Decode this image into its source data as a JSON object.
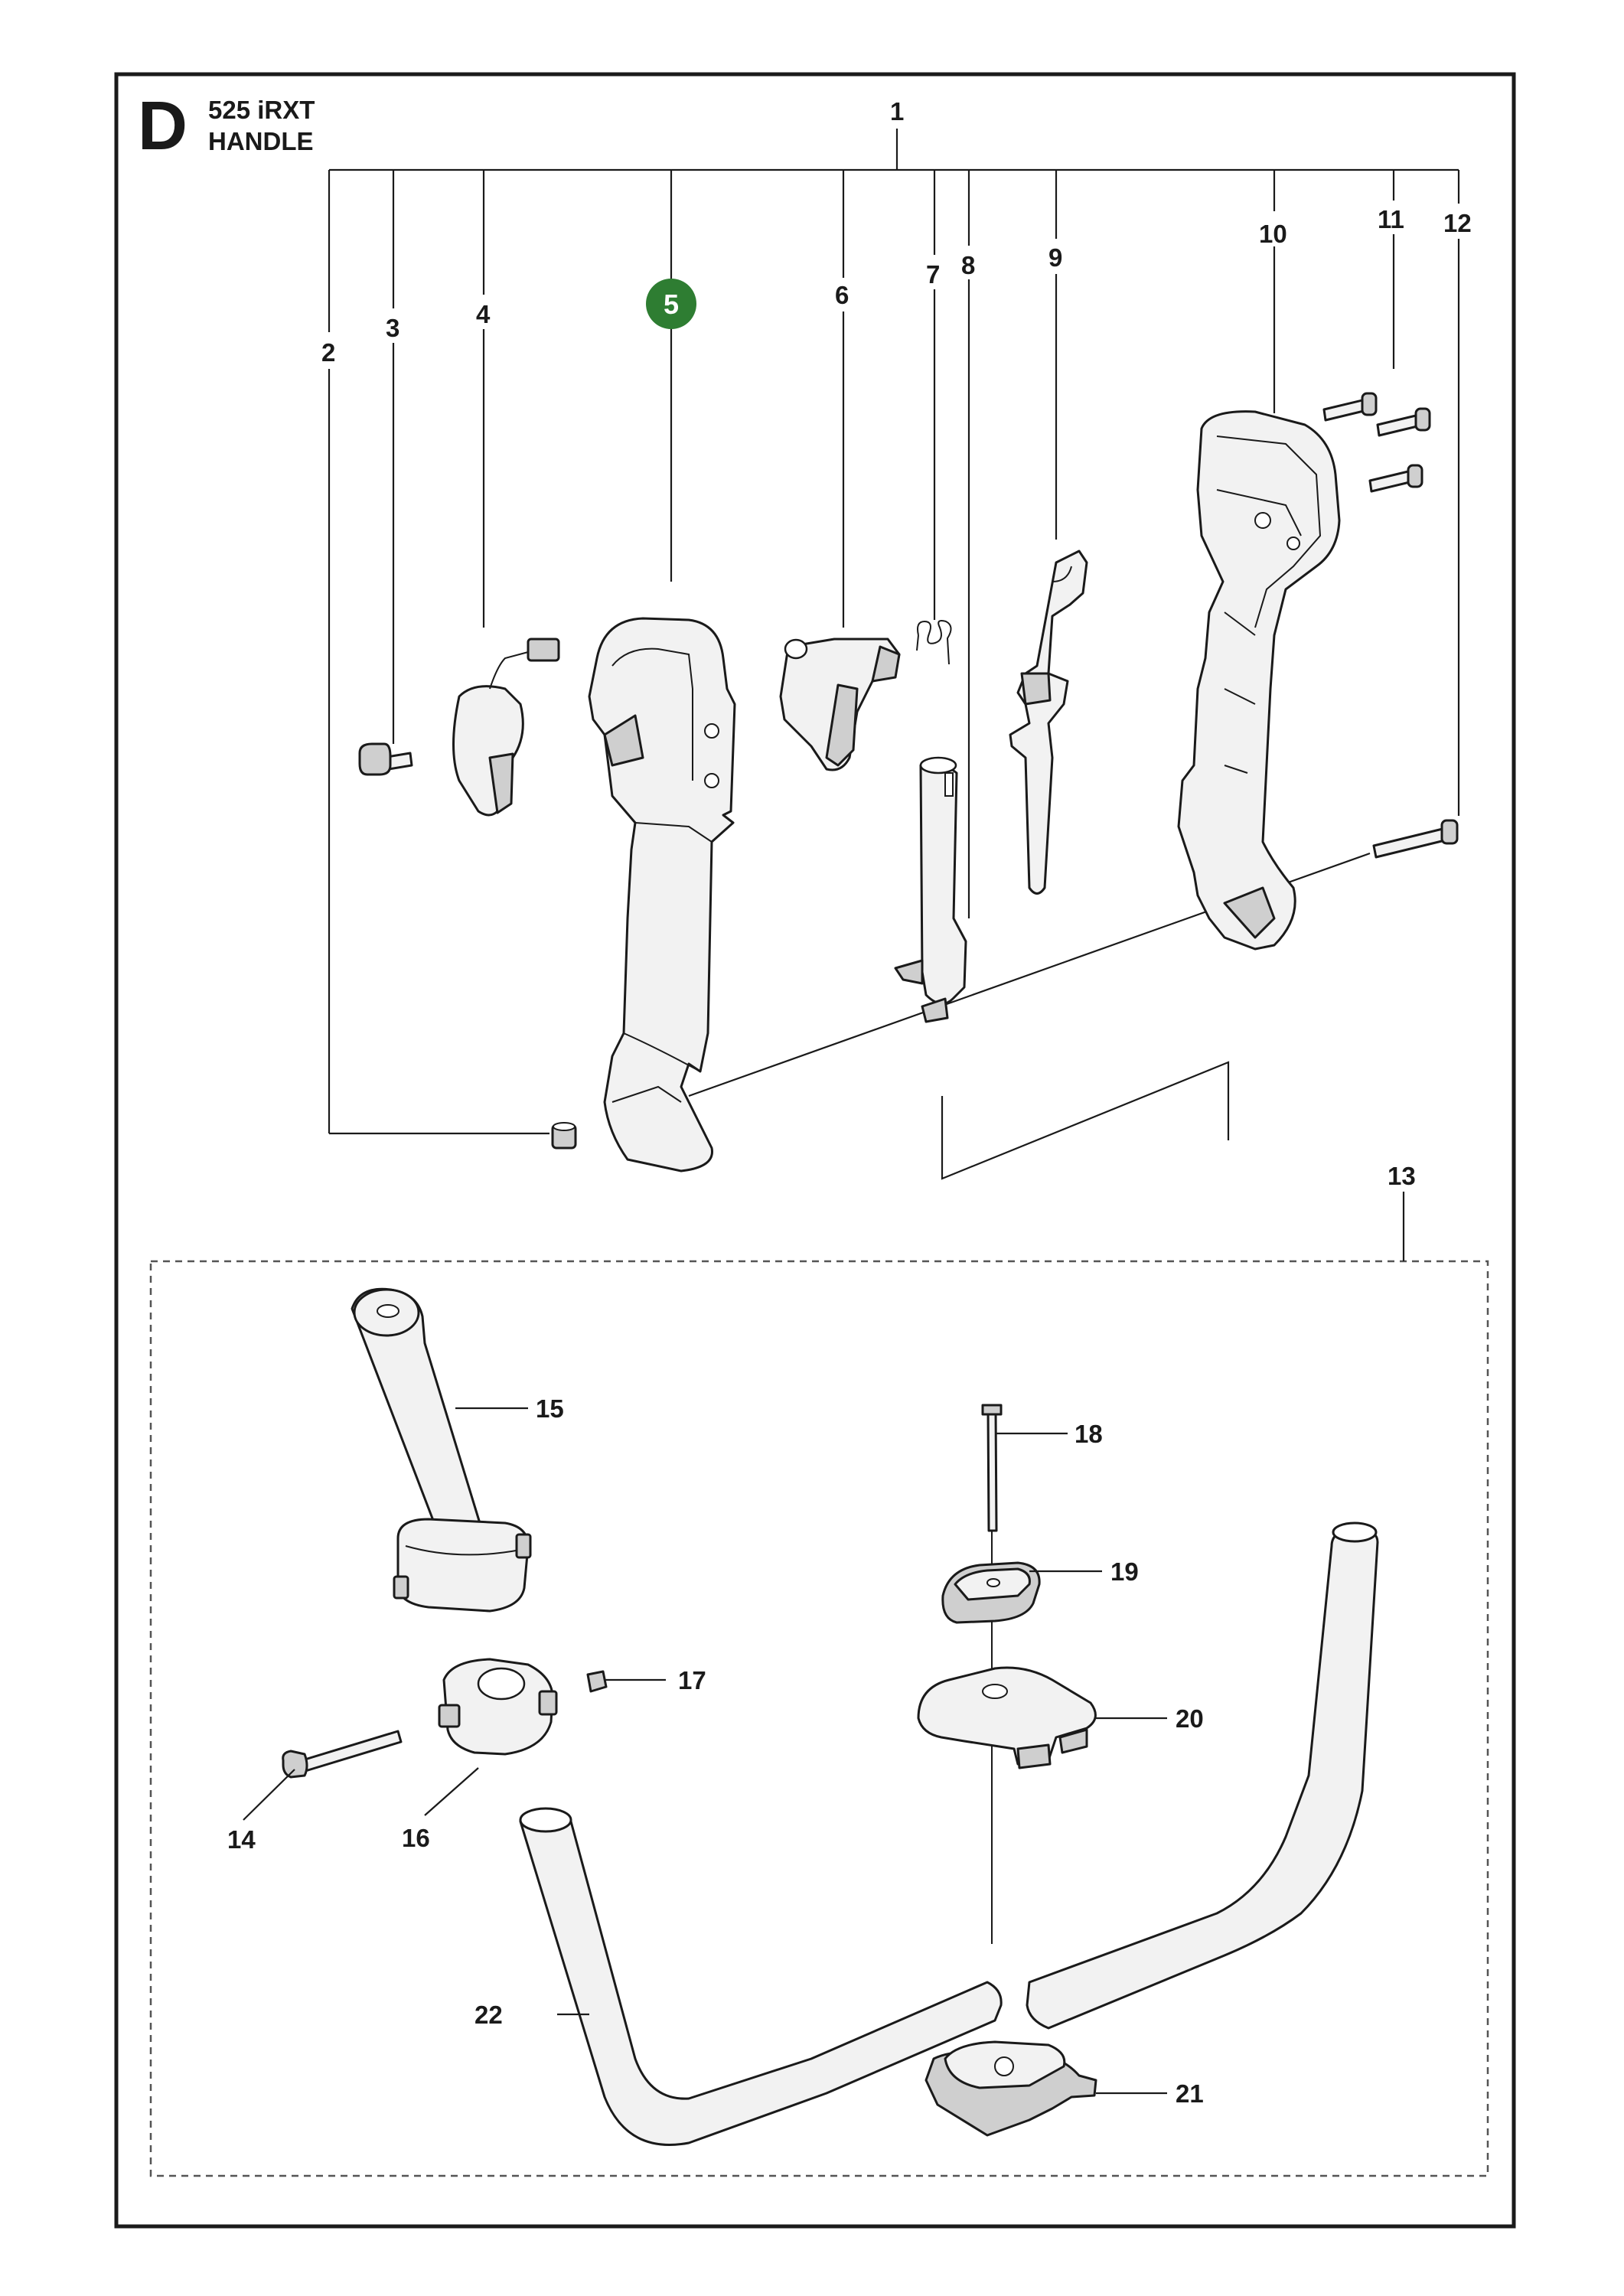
{
  "header": {
    "section_letter": "D",
    "model": "525 iRXT",
    "title": "HANDLE"
  },
  "callouts": {
    "c1": "1",
    "c2": "2",
    "c3": "3",
    "c4": "4",
    "c5": "5",
    "c6": "6",
    "c7": "7",
    "c8": "8",
    "c9": "9",
    "c10": "10",
    "c11": "11",
    "c12": "12",
    "c13": "13",
    "c14": "14",
    "c15": "15",
    "c16": "16",
    "c17": "17",
    "c18": "18",
    "c19": "19",
    "c20": "20",
    "c21": "21",
    "c22": "22"
  },
  "highlight_color": "#2e7d32"
}
